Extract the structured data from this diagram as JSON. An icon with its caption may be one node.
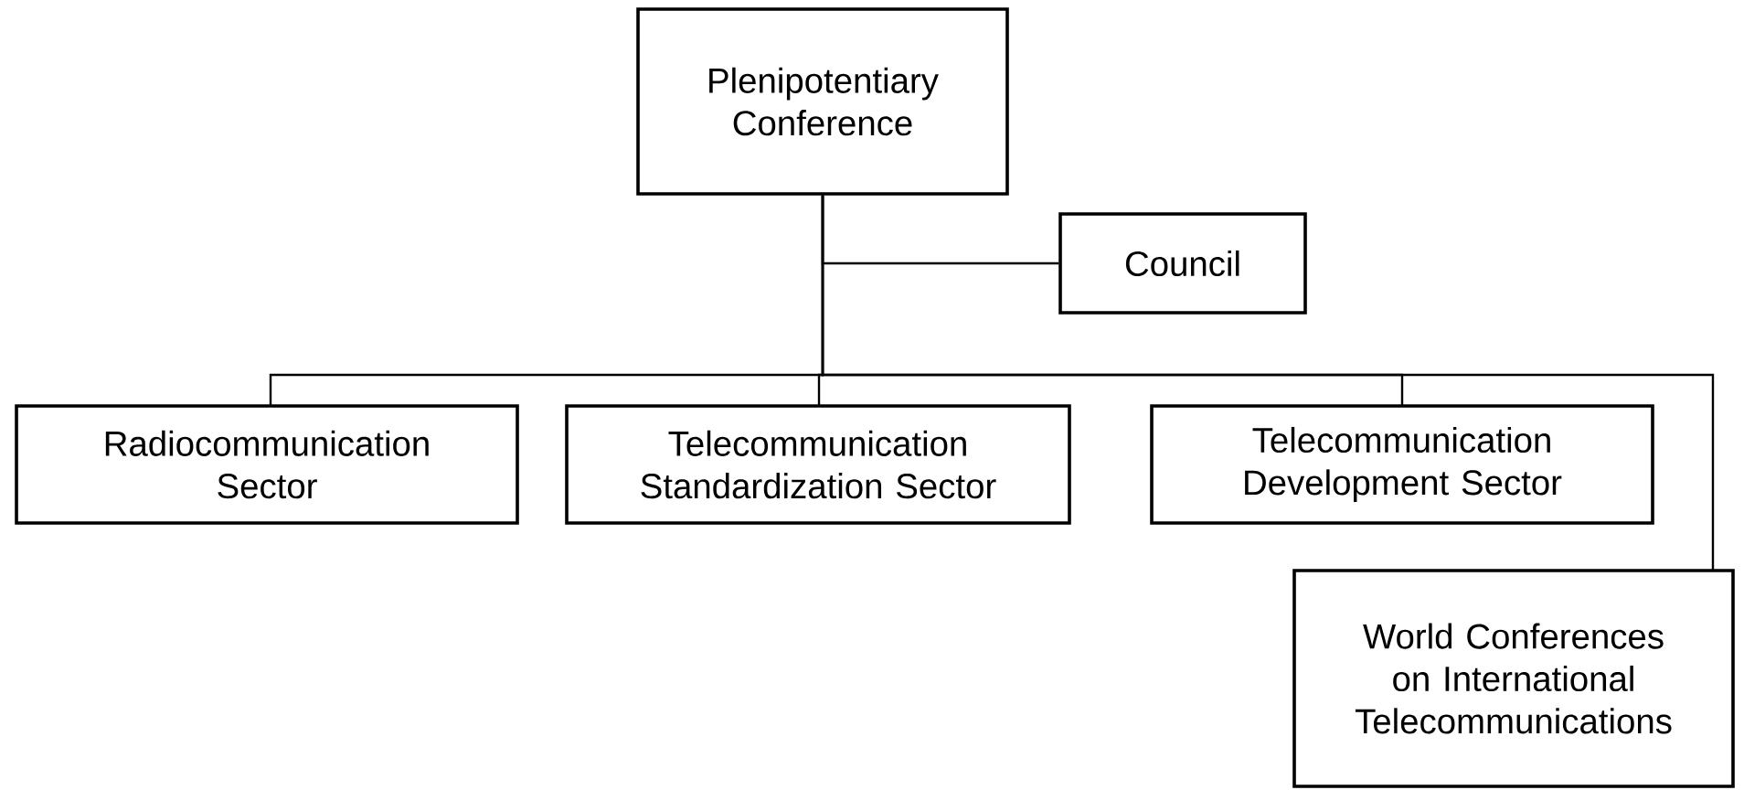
{
  "diagram": {
    "nodes": [
      {
        "text": [
          "Plenipotentiary Conference"
        ]
      },
      {
        "text": [
          "Council"
        ]
      },
      {
        "text": [
          "Radiocommunication Sector"
        ]
      },
      {
        "text": [
          "Telecommunication Standardization Sector"
        ]
      },
      {
        "text": [
          "Telecommunication Development Sector"
        ]
      },
      {
        "text": [
          "World Conferences on International Telecommunications"
        ]
      }
    ],
    "edges": [
      {
        "from": 0,
        "to": 1,
        "arrow": "none"
      },
      {
        "from": 0,
        "to": 2,
        "arrow": "none"
      },
      {
        "from": 0,
        "to": 3,
        "arrow": "none"
      },
      {
        "from": 0,
        "to": 4,
        "arrow": "none"
      },
      {
        "from": 0,
        "to": 5,
        "arrow": "none"
      }
    ]
  }
}
